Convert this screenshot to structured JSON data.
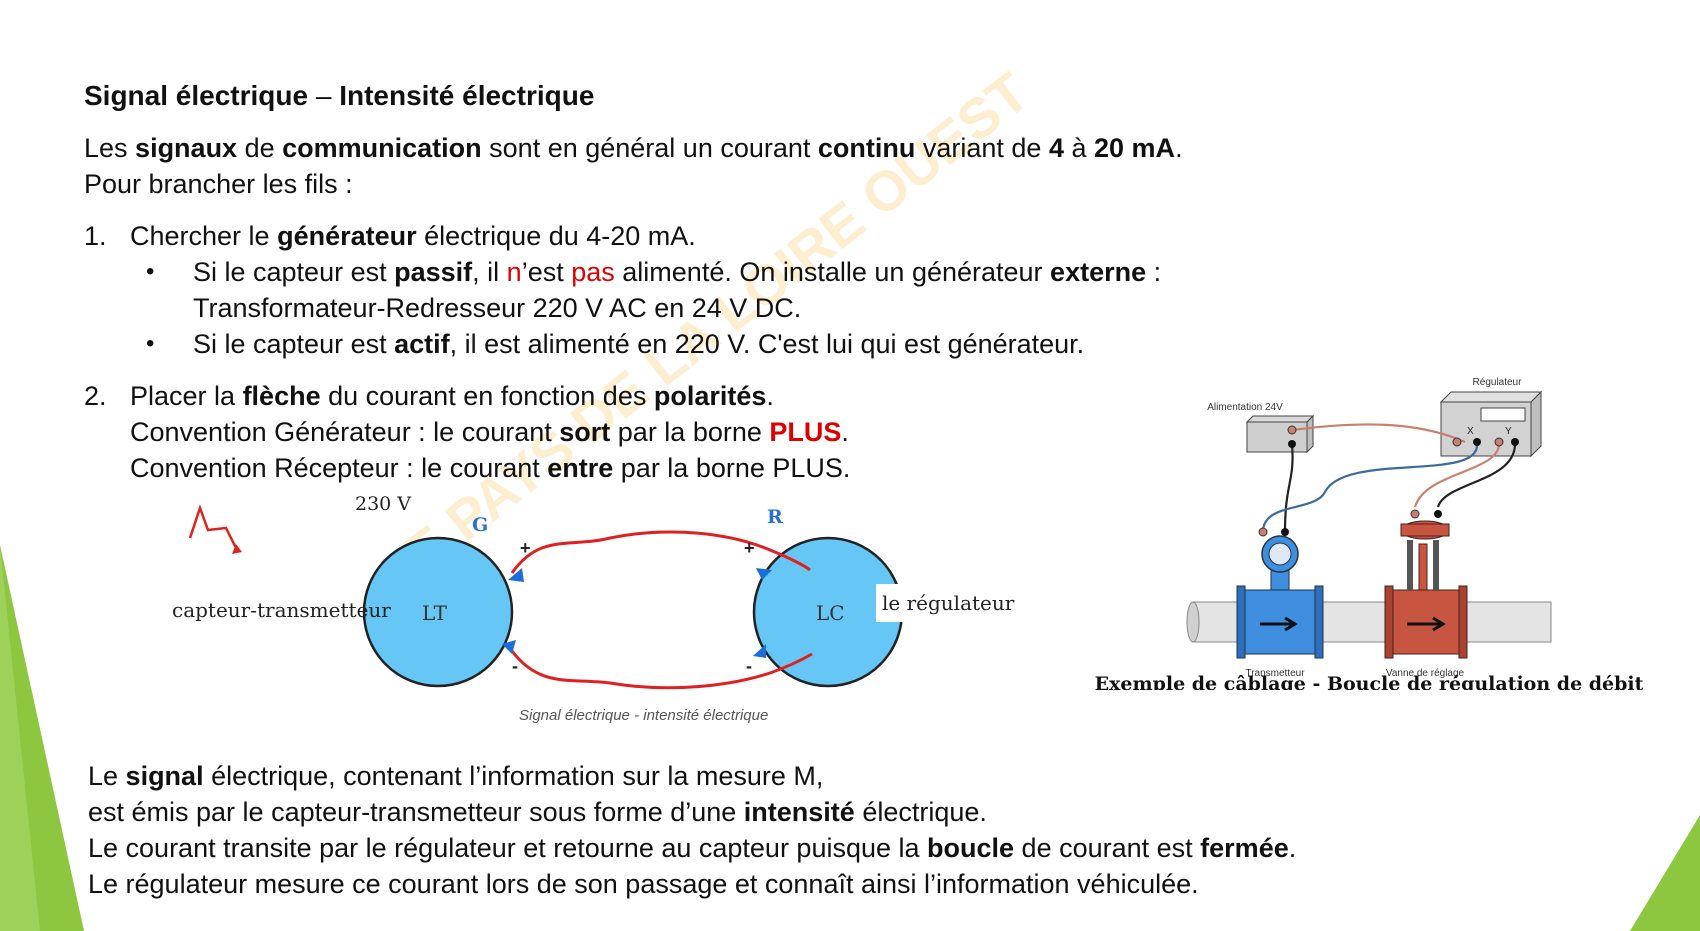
{
  "title": {
    "part1": "Signal électrique",
    "dash": "–",
    "part2": "Intensité électrique"
  },
  "intro": {
    "l1": {
      "a": "Les ",
      "b": "signaux",
      "c": " de ",
      "d": "communication",
      "e": " sont en général un courant ",
      "f": "continu",
      "g": " variant de ",
      "h": "4",
      "i": " à ",
      "j": "20 mA",
      "k": "."
    },
    "l2": "Pour brancher les fils :"
  },
  "item1": {
    "num": "1.",
    "a": "Chercher le ",
    "b": "générateur",
    "c": " électrique du 4-20 mA.",
    "bullet": "•",
    "b1": {
      "a": "Si le capteur est ",
      "b": "passif",
      "c": ", il ",
      "d": "n",
      "e": "’est ",
      "f": "pas",
      "g": " alimenté. On installe un générateur ",
      "h": "externe",
      "i": " :",
      "line2": "Transformateur-Redresseur 220 V AC en 24 V DC."
    },
    "b2": {
      "a": "Si le capteur est ",
      "b": "actif",
      "c": ", il est alimenté en 220 V. C'est lui qui est générateur."
    }
  },
  "item2": {
    "num": "2.",
    "l1": {
      "a": "Placer la ",
      "b": "flèche",
      "c": " du courant en fonction des ",
      "d": "polarités",
      "e": "."
    },
    "l2": {
      "a": "Convention Générateur : le courant ",
      "b": "sort",
      "c": " par la borne ",
      "d": "PLUS",
      "e": "."
    },
    "l3": {
      "a": "Convention Récepteur : le courant ",
      "b": "entre",
      "c": " par la borne PLUS."
    }
  },
  "diagram1": {
    "voltage": "230 V",
    "g": "G",
    "r": "R",
    "lt": "LT",
    "lc": "LC",
    "left_label": "capteur-transmetteur",
    "right_label": "le régulateur",
    "plus": "+",
    "minus": "-",
    "caption": "Signal électrique - intensité électrique",
    "colors": {
      "circle": "#66c6f5",
      "wire": "#e02020",
      "arrow": "#1a6fd6"
    }
  },
  "diagram2": {
    "power": "Alimentation 24V",
    "regulator": "Régulateur",
    "x": "X",
    "y": "Y",
    "transmitter": "Transmetteur",
    "valve": "Vanne de réglage",
    "caption": "Exemple de câblage - Boucle de régulation de débit"
  },
  "watermark": "AE    PAYS DE LA LOIRE OUEST",
  "bottom": {
    "l1": {
      "a": "Le ",
      "b": "signal",
      "c": " électrique, contenant l’information sur la mesure M,"
    },
    "l2": {
      "a": "est émis par le capteur-transmetteur sous forme d’une ",
      "b": "intensité",
      "c": " électrique."
    },
    "l3": {
      "a": "Le courant transite par le régulateur et retourne au capteur puisque la ",
      "b": "boucle",
      "c": " de courant est ",
      "d": "fermée",
      "e": "."
    },
    "l4": "Le régulateur mesure ce courant lors de son passage et connaît ainsi l’information véhiculée."
  },
  "colors": {
    "accent_green": "#8dc63f",
    "red": "#e00000"
  }
}
